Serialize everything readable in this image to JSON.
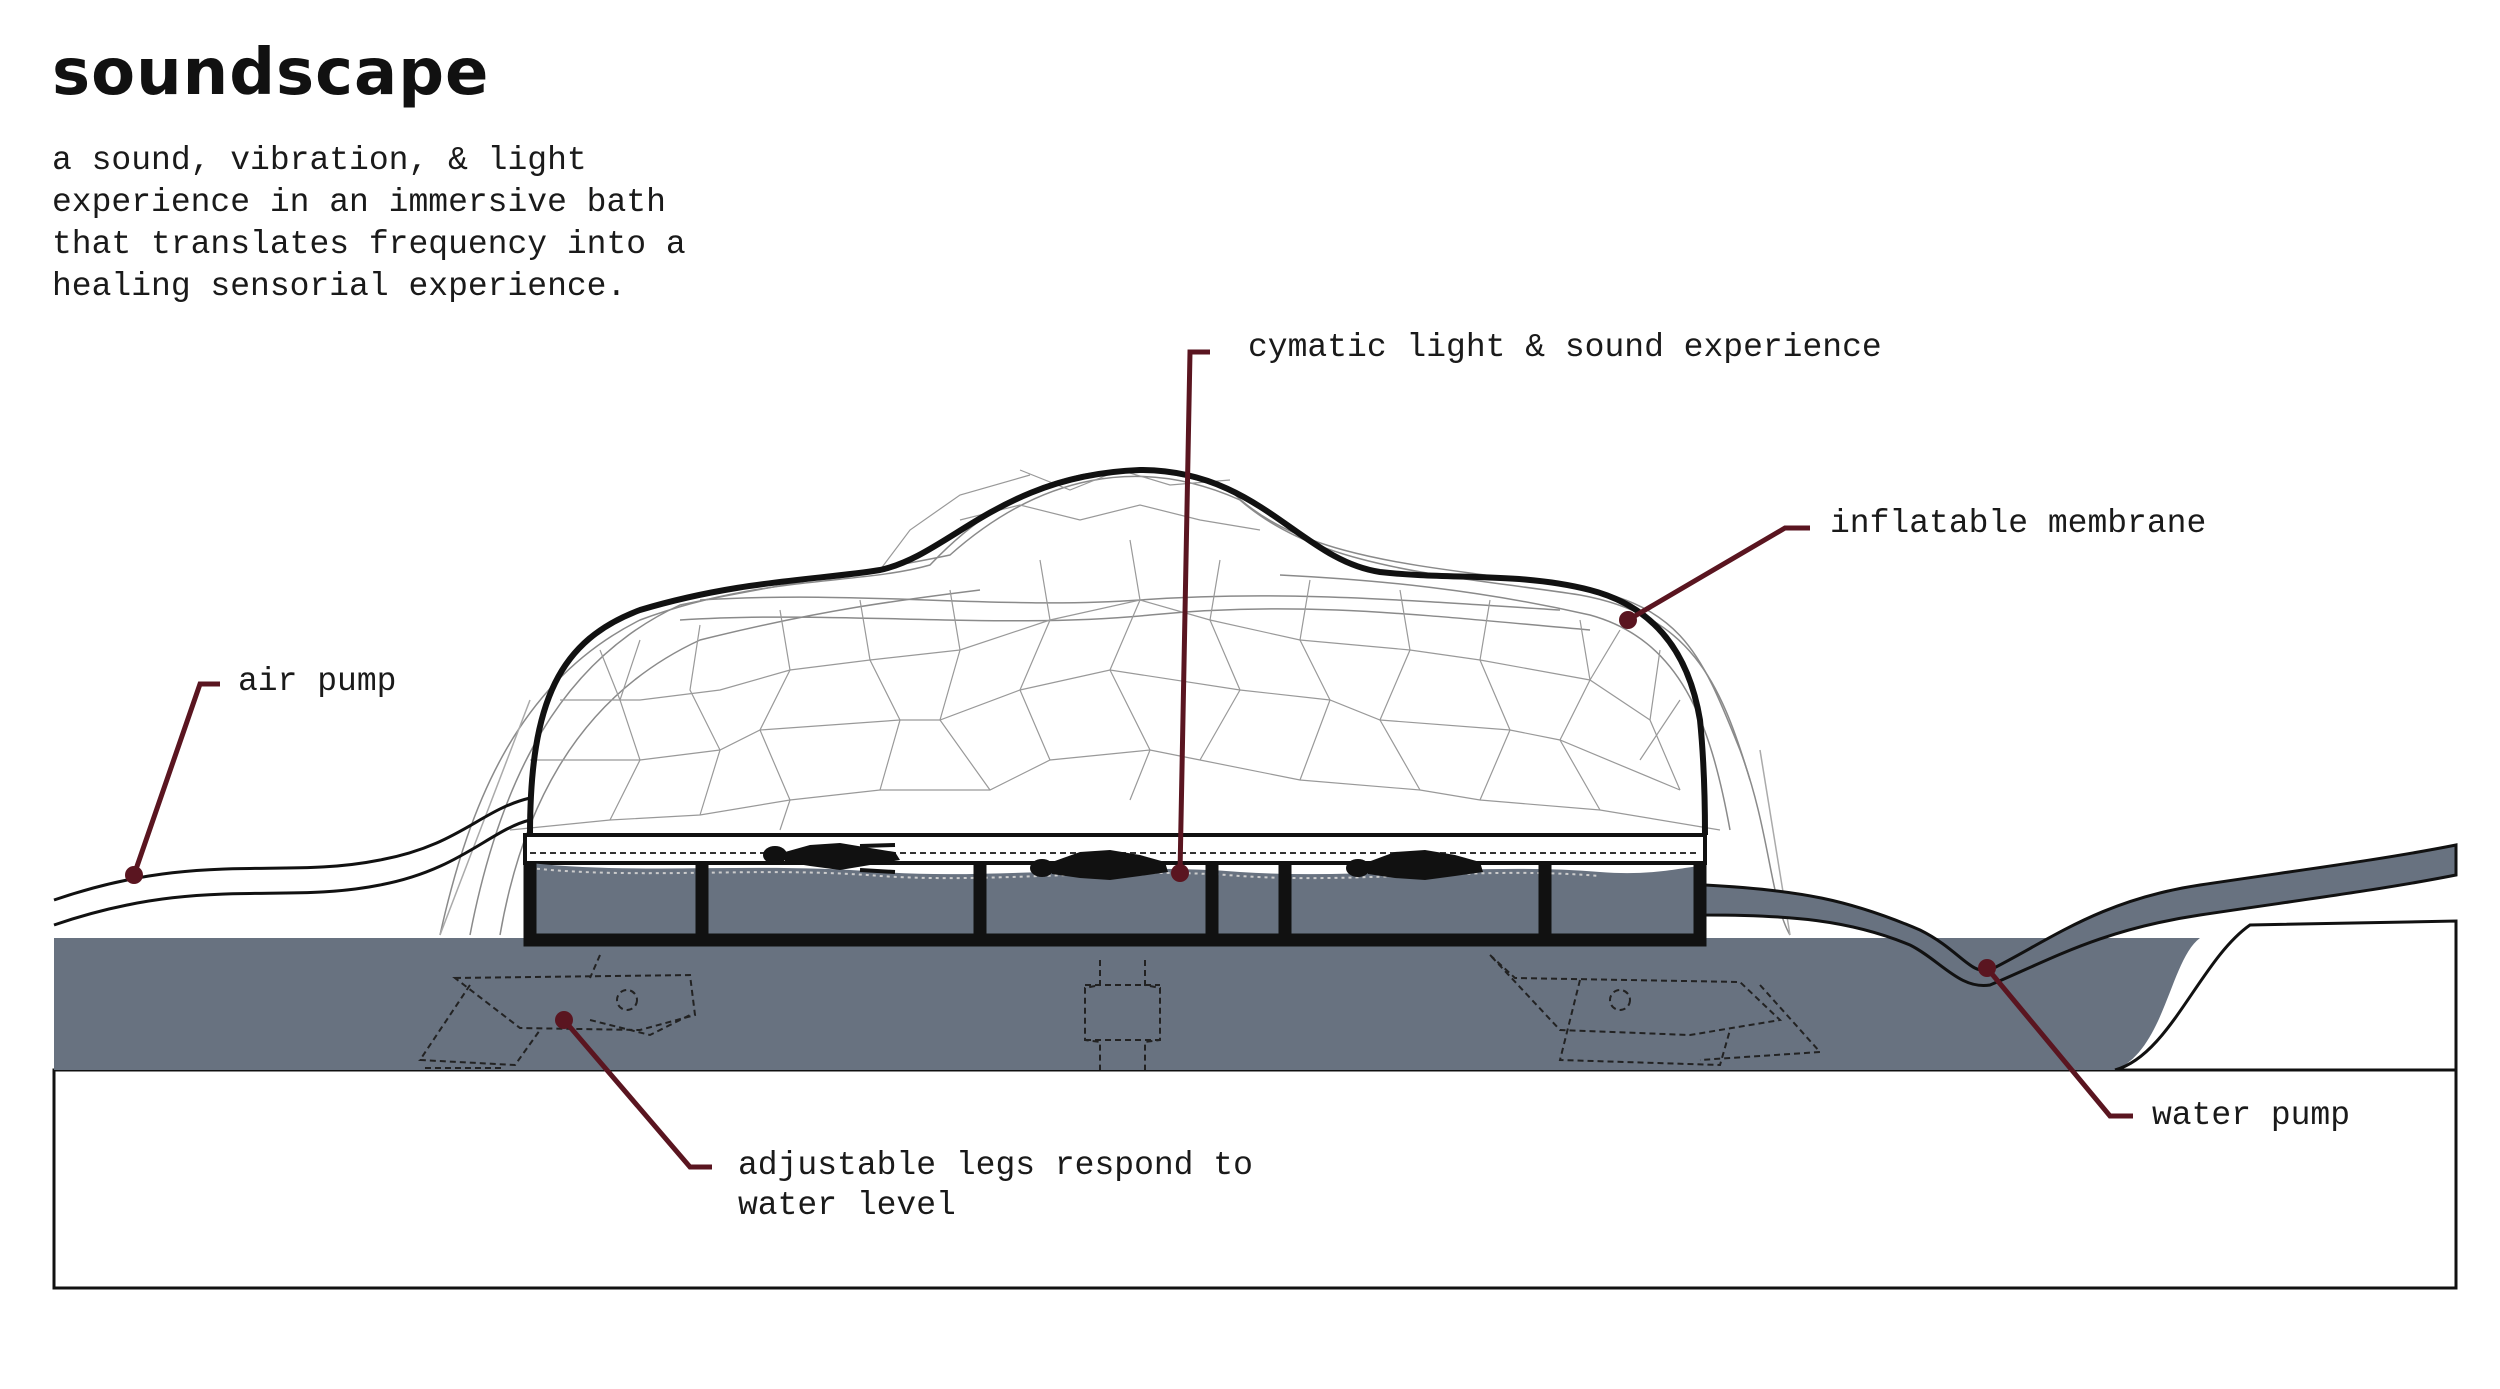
{
  "header": {
    "title": "soundscape",
    "description_lines": [
      "a sound, vibration, & light",
      "experience in an immersive bath",
      "that translates frequency into a",
      "healing sensorial experience."
    ]
  },
  "labels": {
    "cymatic": "cymatic light & sound experience",
    "membrane": "inflatable membrane",
    "air_pump": "air pump",
    "water_pump": "water pump",
    "legs_line1": "adjustable legs respond to",
    "legs_line2": "water level"
  },
  "colors": {
    "leader": "#5a1520",
    "water": "#687280",
    "outline": "#111111",
    "mesh": "#8a8a8a"
  }
}
